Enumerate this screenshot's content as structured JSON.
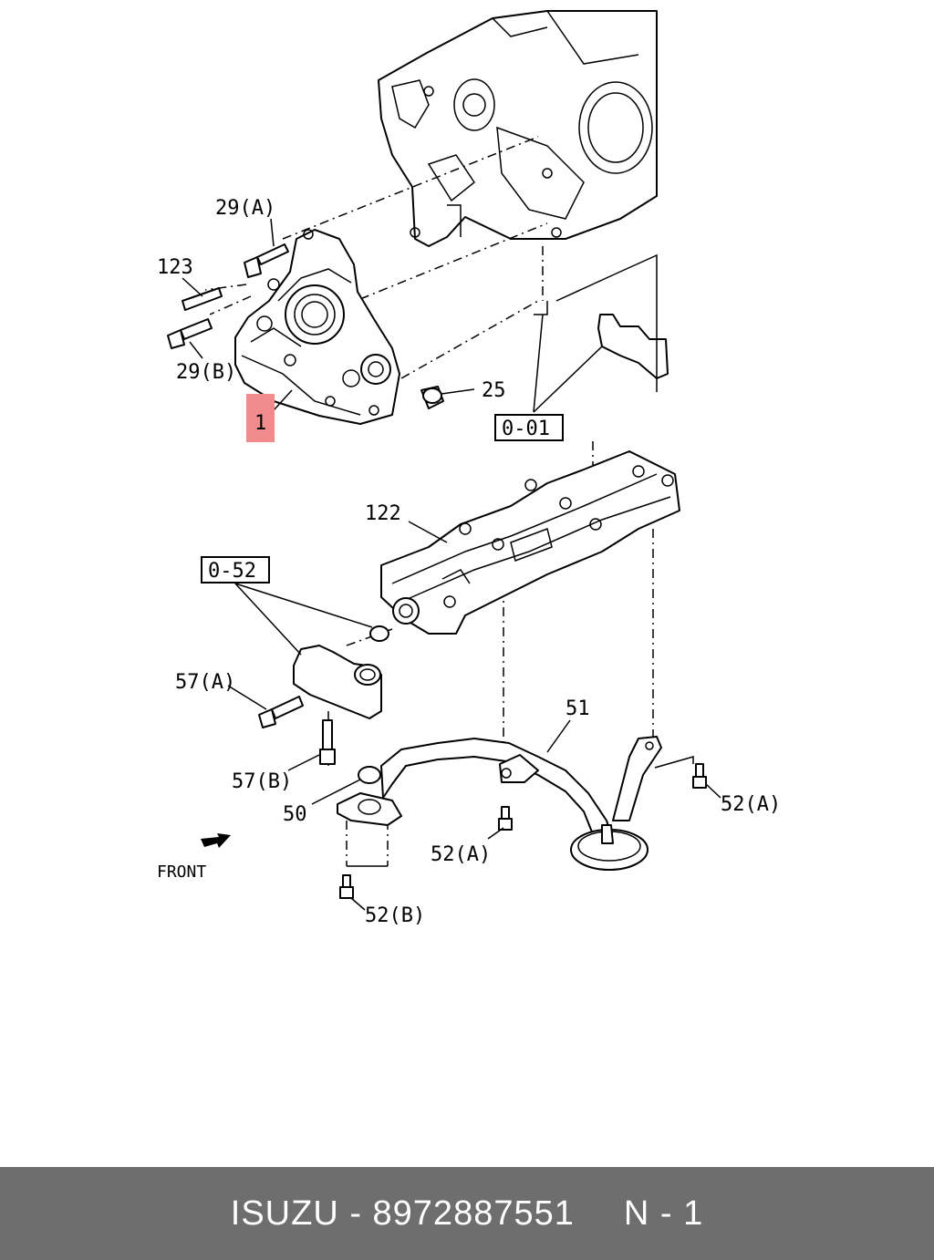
{
  "callouts": {
    "c29a": "29(A)",
    "c123": "123",
    "c29b": "29(B)",
    "c1": "1",
    "c25": "25",
    "c001": "0-01",
    "c122": "122",
    "c052": "0-52",
    "c57a": "57(A)",
    "c57b": "57(B)",
    "c51": "51",
    "c50": "50",
    "c52a_1": "52(A)",
    "c52a_2": "52(A)",
    "c52b": "52(B)",
    "front": "FRONT"
  },
  "highlight_color": "#f28b8b",
  "footer": {
    "brand_part": "ISUZU - 8972887551",
    "page": "N - 1"
  }
}
